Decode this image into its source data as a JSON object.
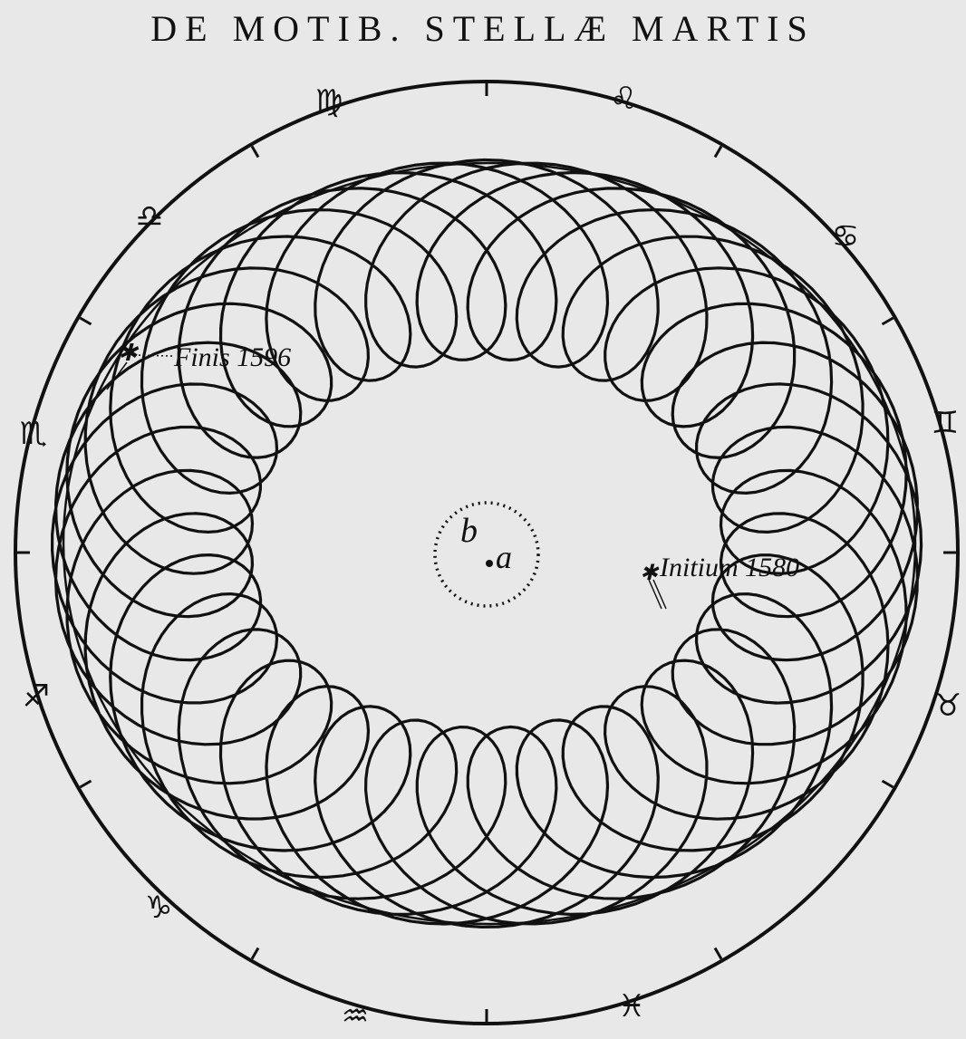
{
  "title": "DE MOTIB. STELLÆ MARTIS",
  "zodiac_signs": [
    "♍",
    "♌",
    "♋",
    "♊",
    "♉",
    "♓",
    "♒",
    "♑",
    "♐",
    "♏",
    "♎"
  ],
  "annotations": {
    "finis": "Finis 1596",
    "initium": "Initium 1580",
    "center_b": "b",
    "center_a": "a"
  },
  "colors": {
    "ink": "#111111",
    "paper": "#e8e8e8"
  }
}
